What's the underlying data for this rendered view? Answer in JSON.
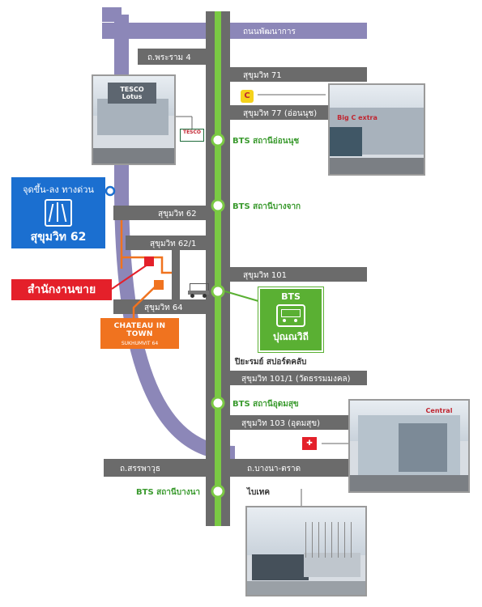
{
  "map": {
    "colors": {
      "road": "#6b6b6b",
      "bts_line": "#7ac943",
      "tollway": "#8c87b8",
      "route_orange": "#f0731f",
      "station_text": "#3a9a2e",
      "expressway_blue": "#1b6fd0",
      "sales_red": "#e4202a"
    },
    "roads": {
      "top": "ถนนพัฒนาการ",
      "rama4": "ถ.พระราม 4",
      "sukhumvit71": "สุขุมวิท 71",
      "sukhumvit77": "สุขุมวิท 77 (อ่อนนุช)",
      "sukhumvit62": "สุขุมวิท 62",
      "sukhumvit62_1": "สุขุมวิท 62/1",
      "sukhumvit101": "สุขุมวิท 101",
      "sukhumvit64": "สุขุมวิท 64",
      "sukhumvit101_1": "สุขุมวิท 101/1 (วัดธรรมมงคล)",
      "sukhumvit103": "สุขุมวิท 103 (อุดมสุข)",
      "sanphawut": "ถ.สรรพาวุธ",
      "bangna_trad": "ถ.บางนา-ตราด",
      "tollway_vertical": "ทางด่วนสุขุมวิท 62"
    },
    "stations": {
      "onnut": "BTS สถานีอ่อนนุช",
      "bangchak": "BTS สถานีบางจาก",
      "udomsuk": "BTS สถานีอุดมสุข",
      "bangna": "BTS สถานีบางนา"
    },
    "landmarks": {
      "sports_club": "ปิยะรมย์ สปอร์ตคลับ",
      "bitec": "ไบเทค",
      "tesco_logo": "TESCO Lotus",
      "bigc_logo": "Big C extra",
      "central_logo": "Central"
    },
    "expressway": {
      "line1": "จุดขึ้น-ลง ทางด่วน",
      "line2": "สุขุมวิท 62",
      "icon": "expressway-sign-icon"
    },
    "sales_office": "สำนักงานขาย",
    "project": {
      "name": "CHATEAU IN TOWN",
      "sub": "SUKHUMVIT 64"
    },
    "bts_box": {
      "top": "BTS",
      "station": "ปุณณวิถี",
      "icon": "train-icon"
    }
  }
}
